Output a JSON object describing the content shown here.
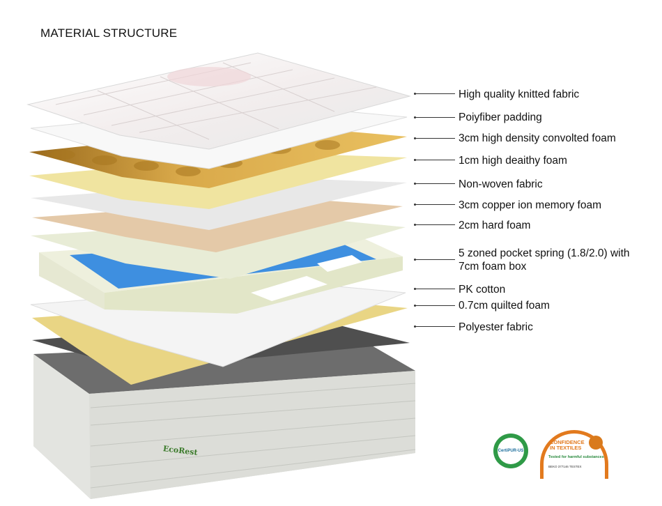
{
  "title": "MATERIAL STRUCTURE",
  "layers": [
    {
      "label": "High quality knitted fabric"
    },
    {
      "label": "Poiyfiber padding"
    },
    {
      "label": "3cm high density convolted foam"
    },
    {
      "label": "1cm high deaithy foam"
    },
    {
      "label": "Non-woven fabric"
    },
    {
      "label": "3cm copper ion memory foam"
    },
    {
      "label": "2cm hard foam"
    },
    {
      "label": "5 zoned pocket spring (1.8/2.0) with",
      "label_line2": "7cm foam box"
    },
    {
      "label": "PK cotton"
    },
    {
      "label": "0.7cm quilted foam"
    },
    {
      "label": "Polyester fabric"
    }
  ],
  "brand": "EcoRest",
  "badges": {
    "certipur": "CertiPUR-US",
    "oeko_line1": "CONFIDENCE",
    "oeko_line2": "IN TEXTILES",
    "oeko_line3": "Tested for harmful substances",
    "oeko_line4": "BEKO 377146      TESTEX"
  },
  "colors": {
    "knit": "#f1f1f1",
    "padding": "#fbfbfb",
    "convoluted": "#c9962f",
    "healthy_foam": "#f1e6a6",
    "nonwoven": "#ececec",
    "memory_foam": "#e7cfb3",
    "hard_foam": "#eff2e0",
    "spring": "#3e8fe0",
    "pk_cotton": "#f6f6f6",
    "quilted_foam": "#ecd98a",
    "polyester": "#555555",
    "base": "#d9dbd6"
  }
}
